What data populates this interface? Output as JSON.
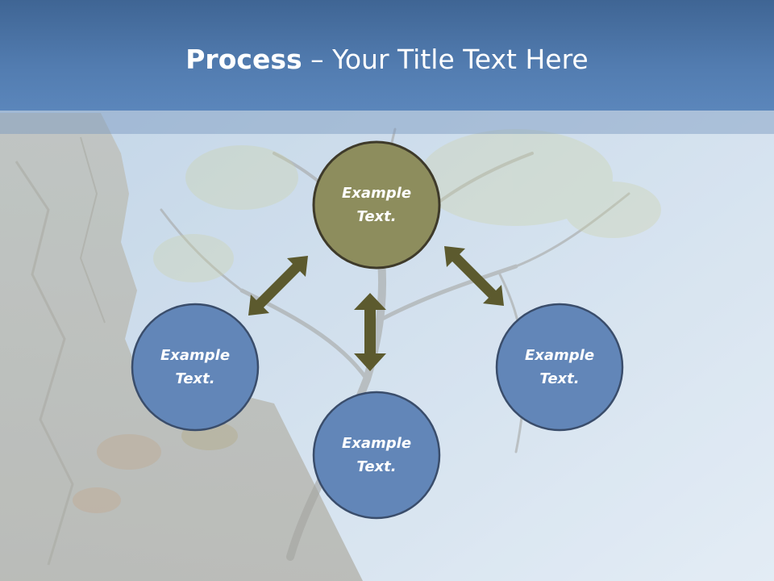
{
  "slide": {
    "title_bold": "Process",
    "title_sep": " – ",
    "title_rest": "Your Title Text Here"
  },
  "nodes": [
    {
      "id": "top",
      "line1": "Example",
      "line2": "Text.",
      "color": "#8d8d5d"
    },
    {
      "id": "left",
      "line1": "Example",
      "line2": "Text.",
      "color": "#6286b8"
    },
    {
      "id": "right",
      "line1": "Example",
      "line2": "Text.",
      "color": "#6286b8"
    },
    {
      "id": "bottom",
      "line1": "Example",
      "line2": "Text.",
      "color": "#6286b8"
    }
  ],
  "colors": {
    "header": "#4a72a5",
    "node_border": "#3a4d6b",
    "top_node_border": "#3e3a2a",
    "arrow": "#5c5a2e",
    "sky": "#c9daec"
  },
  "icons": [
    "double-arrow-icon"
  ]
}
